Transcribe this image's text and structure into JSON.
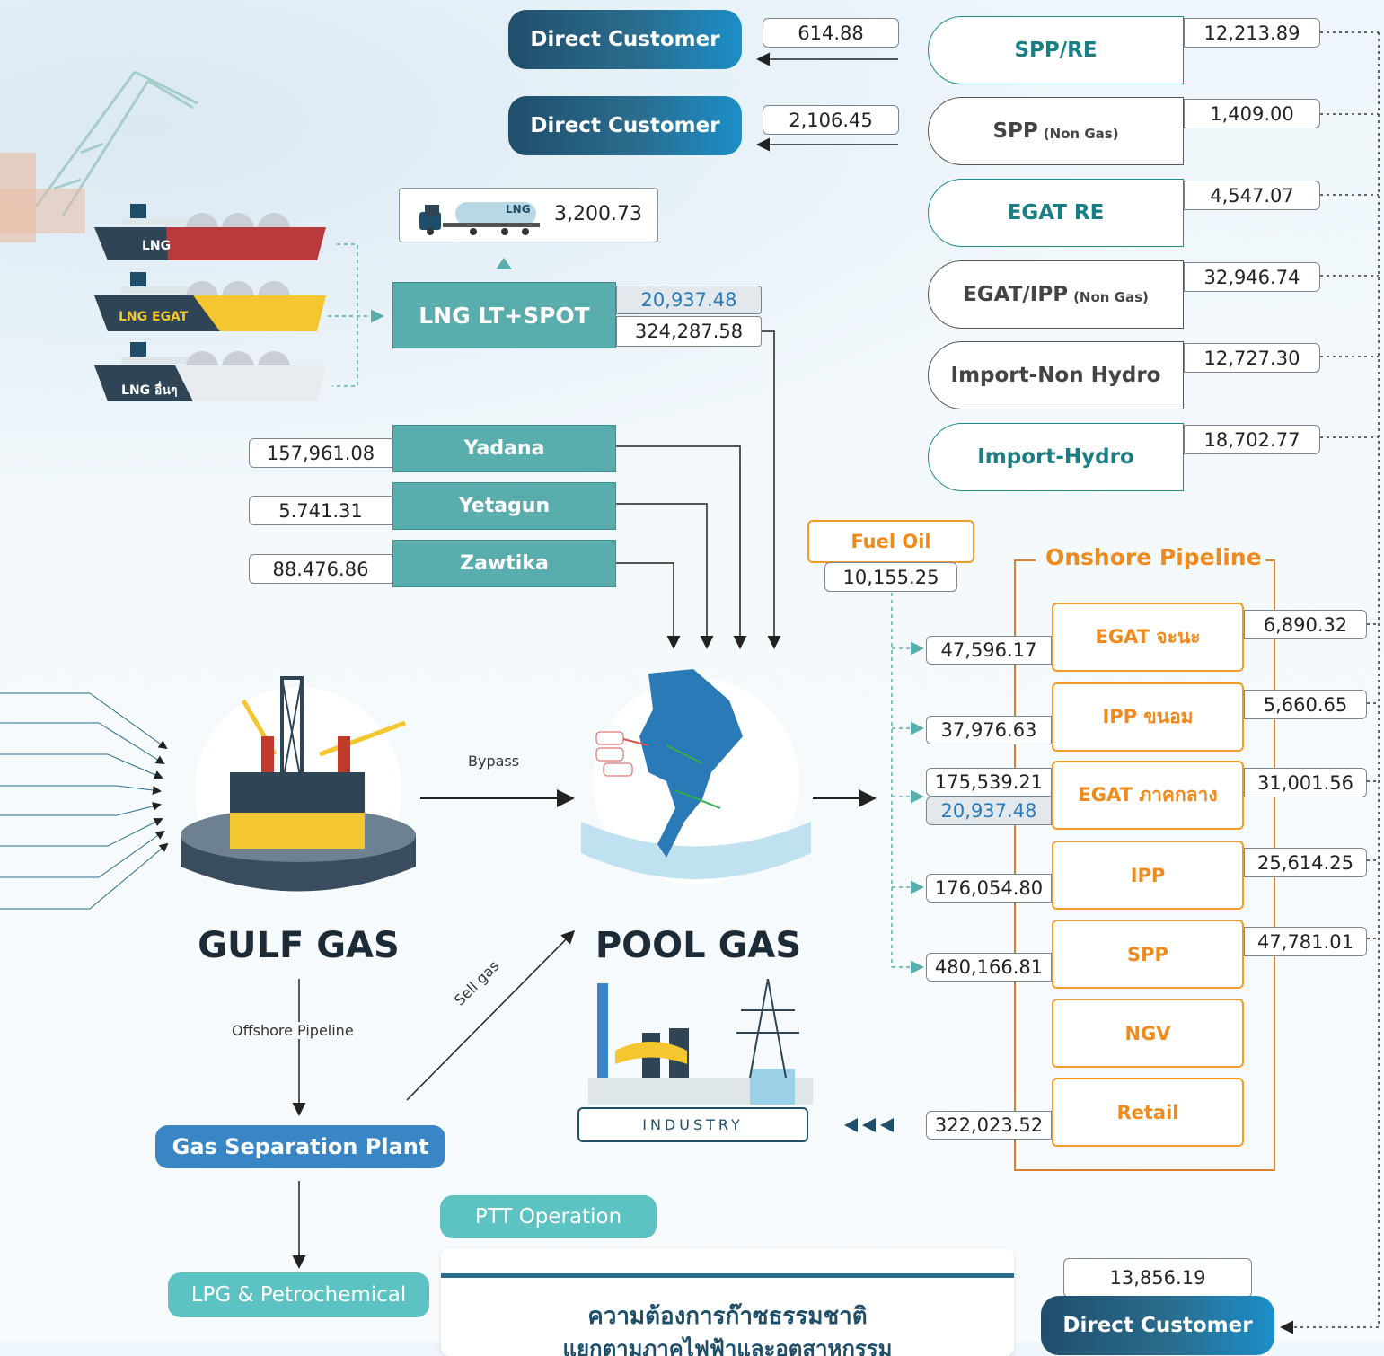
{
  "direct_customers": {
    "top1": {
      "label": "Direct Customer",
      "value": "614.88"
    },
    "top2": {
      "label": "Direct Customer",
      "value": "2,106.45"
    },
    "bottom": {
      "label": "Direct Customer",
      "value": "13,856.19"
    }
  },
  "right_sources": [
    {
      "label": "SPP/RE",
      "sub": "",
      "value": "12,213.89",
      "style": "teal"
    },
    {
      "label": "SPP",
      "sub": "(Non Gas)",
      "value": "1,409.00",
      "style": "dark"
    },
    {
      "label": "EGAT RE",
      "sub": "",
      "value": "4,547.07",
      "style": "teal"
    },
    {
      "label": "EGAT/IPP",
      "sub": "(Non Gas)",
      "value": "32,946.74",
      "style": "dark"
    },
    {
      "label": "Import-Non Hydro",
      "sub": "",
      "value": "12,727.30",
      "style": "dark"
    },
    {
      "label": "Import-Hydro",
      "sub": "",
      "value": "18,702.77",
      "style": "teal"
    }
  ],
  "lng": {
    "ships": [
      "LNG",
      "LNG EGAT",
      "LNG อื่นๆ"
    ],
    "truck_label": "LNG",
    "truck_value": "3,200.73",
    "box_label": "LNG LT+SPOT",
    "value_blue": "20,937.48",
    "value": "324,287.58"
  },
  "myanmar": [
    {
      "label": "Yadana",
      "value": "157,961.08"
    },
    {
      "label": "Yetagun",
      "value": "5.741.31"
    },
    {
      "label": "Zawtika",
      "value": "88.476.86"
    }
  ],
  "fuel_oil": {
    "label": "Fuel Oil",
    "value": "10,155.25"
  },
  "onshore": {
    "title": "Onshore Pipeline",
    "items": [
      {
        "label": "EGAT จะนะ",
        "left": "47,596.17",
        "left2": "",
        "right": "6,890.32"
      },
      {
        "label": "IPP ขนอม",
        "left": "37,976.63",
        "left2": "",
        "right": "5,660.65"
      },
      {
        "label": "EGAT ภาคกลาง",
        "left": "175,539.21",
        "left2": "20,937.48",
        "right": "31,001.56"
      },
      {
        "label": "IPP",
        "left": "176,054.80",
        "left2": "",
        "right": "25,614.25"
      },
      {
        "label": "SPP",
        "left": "480,166.81",
        "left2": "",
        "right": "47,781.01"
      },
      {
        "label": "NGV",
        "left": "",
        "left2": "",
        "right": ""
      },
      {
        "label": "Retail",
        "left": "322,023.52",
        "left2": "",
        "right": ""
      }
    ]
  },
  "gulf_gas": "GULF GAS",
  "pool_gas": "POOL GAS",
  "bypass": "Bypass",
  "offshore": "Offshore Pipeline",
  "sell_gas": "Sell gas",
  "gsp": "Gas Separation Plant",
  "lpg": "LPG & Petrochemical",
  "ptt_op": "PTT Operation",
  "industry": "INDUSTRY",
  "demand_title": "ความต้องการก๊าซธรรมชาติ",
  "demand_sub": "แยกตามภาคไฟฟ้าและอุตสาหกรรม",
  "colors": {
    "teal": "#5aadad",
    "orange": "#f39a28",
    "navy": "#1f4e6a",
    "blue": "#2a7ab8"
  }
}
